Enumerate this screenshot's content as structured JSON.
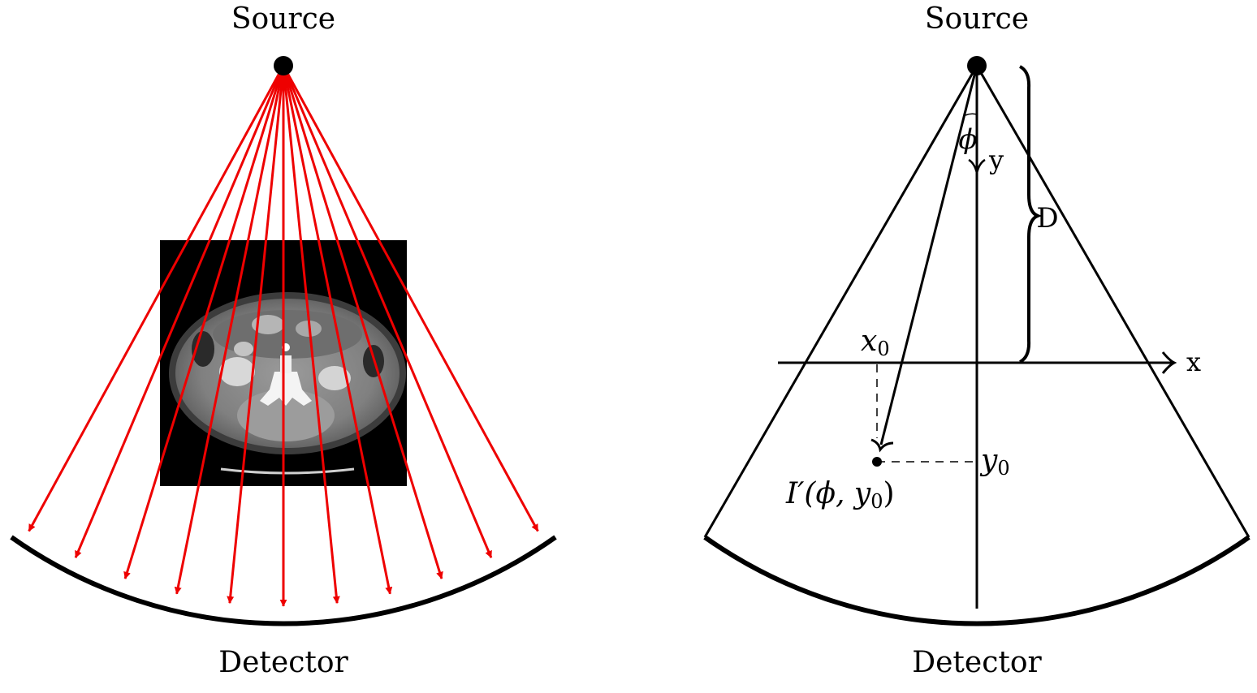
{
  "left_panel": {
    "source_label": "Source",
    "detector_label": "Detector",
    "ray_count": 11,
    "ray_color": "#ee0000",
    "ct_image": "abdominal-ct-slice"
  },
  "right_panel": {
    "source_label": "Source",
    "detector_label": "Detector",
    "phi_label": "ϕ",
    "y_axis_label": "y",
    "x_axis_label": "x",
    "distance_label": "D",
    "x0_label": "x",
    "x0_sub": "0",
    "y0_label": "y",
    "y0_sub": "0",
    "point_label": "I′(ϕ, y",
    "point_label_sub": "0",
    "point_label_end": ")"
  },
  "colors": {
    "ink": "#000000",
    "rays": "#ee0000",
    "background": "#ffffff"
  }
}
